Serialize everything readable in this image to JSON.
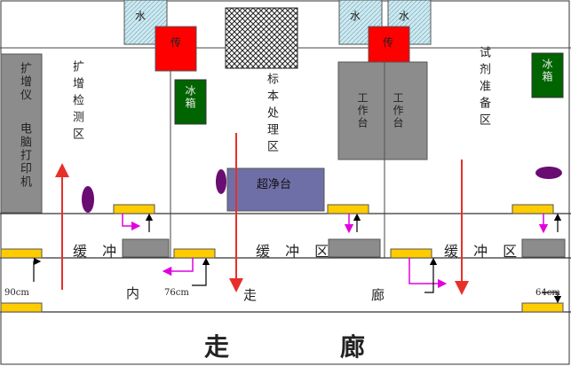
{
  "zones": {
    "amplification": "扩增检测区",
    "specimen": "标本处理区",
    "reagent": "试剂准备区"
  },
  "equipment": {
    "amplifier": "扩增仪",
    "computer_printer": "电脑打印机",
    "water": "水",
    "transfer": "传",
    "fridge": "冰箱",
    "workbench": "工作台",
    "clean_bench": "超净台"
  },
  "buffer_label": "缓 冲",
  "buffer_zone_label": "缓 冲 区",
  "inner_corridor": {
    "c1": "内",
    "c2": "走",
    "c3": "廊"
  },
  "outer_corridor": {
    "c1": "走",
    "c2": "廊"
  },
  "dimensions": {
    "d90": "90cm",
    "d76": "76cm",
    "d64": "64cm"
  },
  "colors": {
    "transfer": "#ff0000",
    "fridge": "#006400",
    "clean_bench": "#6f6fa8",
    "grey_equipment": "#8c8c8c",
    "door": "#ffcc00",
    "sink_fill": "#cfe8ef",
    "oval": "#6a0d72",
    "red_arrow": "#e8302a",
    "magenta_arrow": "#e000e0"
  }
}
